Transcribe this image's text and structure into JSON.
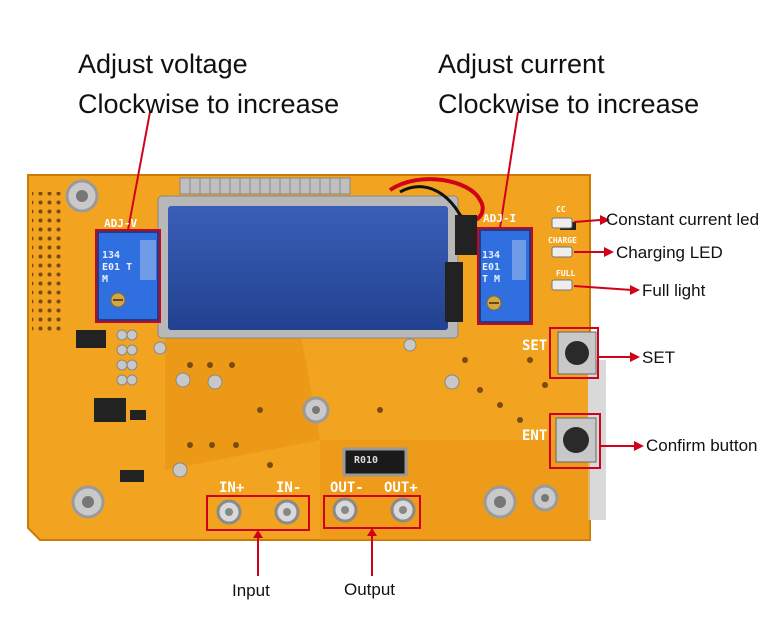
{
  "annotations": {
    "voltage": {
      "line1": "Adjust voltage",
      "line2": "Clockwise to increase"
    },
    "current": {
      "line1": "Adjust current",
      "line2": "Clockwise to increase"
    },
    "constant_current_led": "Constant current led",
    "charging_led": "Charging LED",
    "full_light": "Full light",
    "set": "SET",
    "confirm_button": "Confirm button",
    "input": "Input",
    "output": "Output"
  },
  "board": {
    "adj_v": "ADJ-V",
    "adj_i": "ADJ-I",
    "cc": "CC",
    "charge": "CHARGE",
    "full": "FULL",
    "set": "SET",
    "ent": "ENT",
    "in_plus": "IN+",
    "in_minus": "IN-",
    "out_minus": "OUT-",
    "out_plus": "OUT+",
    "trimpot_code": "134 E01 T M",
    "resistor_code": "R010"
  },
  "colors": {
    "pcb": "#f5a623",
    "callout_line": "#d0021b",
    "lcd": "#2a4fa8"
  }
}
